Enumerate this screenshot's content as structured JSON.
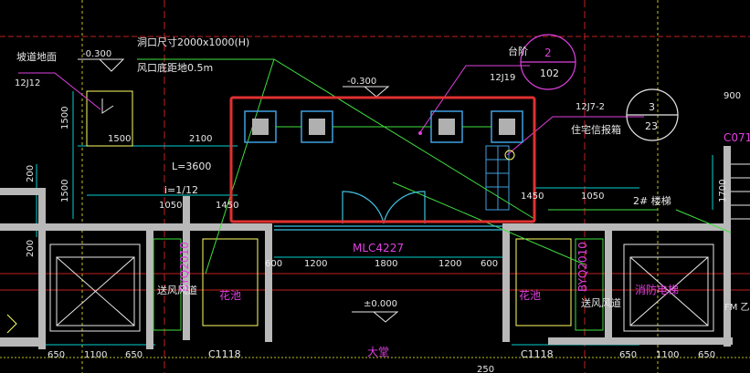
{
  "labels": {
    "ramp_ground": "坡道地面",
    "ramp_ref": "12J12",
    "elev_left": "-0.300",
    "opening_size": "洞口尺寸2000x1000(H)",
    "opening_bottom": "风口底距地0.5m",
    "elev_mid": "-0.300",
    "steps": "台阶",
    "steps_ref": "12J19",
    "steps_circle_top": "2",
    "steps_circle_bottom": "102",
    "mailbox_ref": "12J7-2",
    "mailbox": "住宅信报箱",
    "mailbox_circle_top": "3",
    "mailbox_circle_bottom": "23",
    "slope_length": "L=3600",
    "slope_ratio": "i=1/12",
    "stair": "2# 楼梯",
    "door_tag": "MLC4227",
    "elev_zero": "±0.000",
    "hall": "大堂",
    "planter_left": "花池",
    "planter_right": "花池",
    "shaft_left": "BYQ2010",
    "shaft_right": "BYQ2010",
    "air_duct_left": "送风风道",
    "air_duct_right": "送风风道",
    "fire_elevator": "消防电梯",
    "window_left": "C1118",
    "window_right": "C1118",
    "edge_right": "C071",
    "edge_right_top": "900",
    "edge_fm": "FM 乙"
  },
  "dimensions": {
    "d1500_v1": "1500",
    "d1500_v2": "1500",
    "d200_v": "200",
    "d200_v2": "200",
    "d1500_h": "1500",
    "d2100": "2100",
    "d1050_left": "1050",
    "d1450_left": "1450",
    "d1450_right": "1450",
    "d1050_right": "1050",
    "d1700": "1700",
    "d600_a": "600",
    "d1200_a": "1200",
    "d1800": "1800",
    "d1200_b": "1200",
    "d600_b": "600",
    "d650_a": "650",
    "d1100_a": "1100",
    "d650_b": "650",
    "d650_c": "650",
    "d1100_b": "1100",
    "d650_d": "650",
    "d250": "250"
  },
  "colors": {
    "background": "#000000",
    "wall": "#c0c0c0",
    "selection": "#e03030",
    "dimension": "#00e0e0",
    "leader": "#e040e0",
    "green": "#40e040",
    "yellow": "#ffff66"
  }
}
